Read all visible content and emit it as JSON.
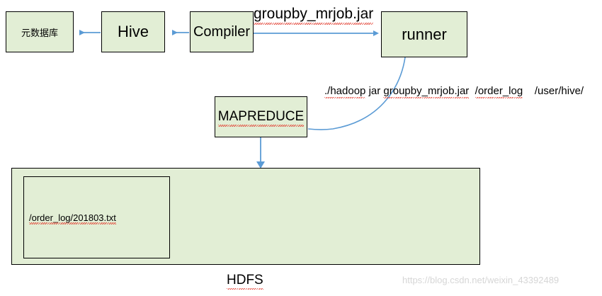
{
  "diagram": {
    "title": "Hive MapReduce job submission flow",
    "colors": {
      "node_fill": "#e2eed5",
      "node_border": "#000000",
      "arrow": "#5b9bd5",
      "spellcheck_underline": "#e23b2e",
      "watermark": "#d6d6d6"
    },
    "nodes": {
      "metastore": "元数据库",
      "hive": "Hive",
      "compiler": "Compiler",
      "runner": "runner",
      "mapreduce": "MAPREDUCE",
      "hdfs_file": "/order_log/201803.txt"
    },
    "labels": {
      "jar": "groupby_mrjob.jar",
      "command": "./hadoop jar groupby_mrjob.jar  /order_log    /user/hive/",
      "command_parts": {
        "prefix": "./hadoop",
        "jar_keyword": "jar",
        "jar_name": "groupby_mrjob.jar",
        "input_path": "/order_log",
        "output_path": "/user/hive/"
      },
      "hdfs": "HDFS"
    },
    "watermark": "https://blog.csdn.net/weixin_43392489",
    "edges": [
      {
        "from": "hive",
        "to": "metastore",
        "style": "straight-arrow",
        "direction": "left"
      },
      {
        "from": "compiler",
        "to": "hive",
        "style": "straight-arrow",
        "direction": "left"
      },
      {
        "from": "compiler",
        "to": "runner",
        "style": "straight-arrow",
        "direction": "right",
        "label": "groupby_mrjob.jar"
      },
      {
        "from": "runner",
        "to": "mapreduce",
        "style": "curved-line",
        "direction": "down-left"
      },
      {
        "from": "mapreduce",
        "to": "hdfs",
        "style": "straight-arrow",
        "direction": "down"
      }
    ]
  }
}
